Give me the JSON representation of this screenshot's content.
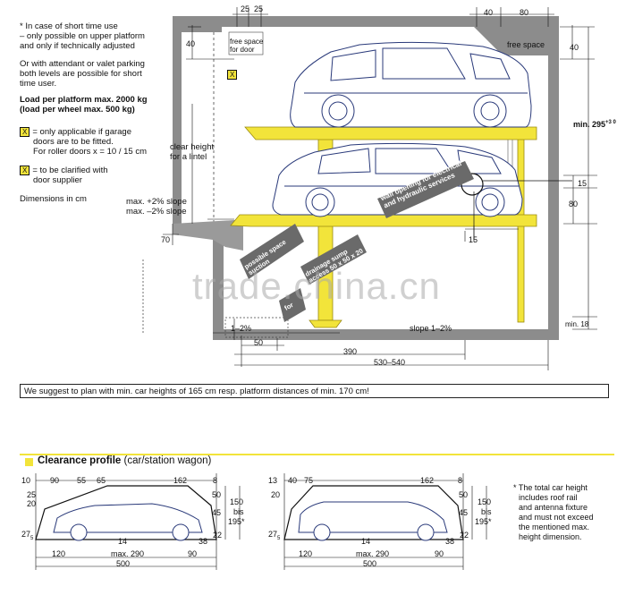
{
  "notes": {
    "n1": "* In case of short time use",
    "n2": "– only possible on upper platform",
    "n3": "and only if technically adjusted",
    "n4": "Or with attendant or valet parking",
    "n5": "both levels are possible for short",
    "n6": "time user.",
    "load1": "Load per platform max. 2000 kg",
    "load2": "(load per wheel max. 500 kg)",
    "x1": "= only applicable if garage",
    "x2": "doors are to be fitted.",
    "x3": "For roller doors x = 10 / 15 cm",
    "x4": "= to be clarified with",
    "x5": "door supplier",
    "units": "Dimensions in cm",
    "x_mark": "X"
  },
  "main": {
    "free_space_door_1": "free space",
    "free_space_door_2": "for door",
    "free_space": "free space",
    "dim_25a": "25",
    "dim_25b": "25",
    "dim_40_top": "40",
    "dim_80_top": "80",
    "dim_40_left": "40",
    "dim_40_right": "40",
    "clear_height_1": "clear height",
    "clear_height_2": "for a lintel",
    "slope_1": "max. +2% slope",
    "slope_2": "max. –2% slope",
    "dim_70": "70",
    "min_295": "min. 295",
    "min_295_tol": "+3 0",
    "dim_15a": "15",
    "dim_80": "80",
    "dim_15b": "15",
    "wall_opening": "wall opening for electrical and hydraulic services",
    "space_suction": "possible space suction",
    "drainage": "drainage sump access 50 x 50 x 20",
    "for_label": "for",
    "slope_left": "1–2%",
    "slope_right": "slope 1–2%",
    "dim_50": "50",
    "dim_390": "390",
    "dim_530": "530–540",
    "min_18": "min. 18"
  },
  "banner": "We suggest to plan with min. car heights of 165 cm resp. platform distances of min. 170 cm!",
  "watermark": "trade.china.cn",
  "clearance": {
    "title_bold": "Clearance profile",
    "title_rest": "(car/station wagon)",
    "side_note_1": "* The total car height",
    "side_note_2": "includes roof rail",
    "side_note_3": "and antenna fixture",
    "side_note_4": "and must not exceed",
    "side_note_5": "the mentioned max.",
    "side_note_6": "height dimension.",
    "car": {
      "d10": "10",
      "d90": "90",
      "d55": "55",
      "d65": "65",
      "d162": "162",
      "d8": "8",
      "d25": "25",
      "d20": "20",
      "d50": "50",
      "d45": "45",
      "d150": "150",
      "bis": "bis",
      "d195": "195*",
      "d27": "27",
      "d5": "5",
      "d14": "14",
      "d38": "38",
      "d22": "22",
      "d120": "120",
      "max290": "max. 290",
      "d90b": "90",
      "d500": "500"
    },
    "wagon": {
      "d13": "13",
      "d40": "40",
      "d75": "75",
      "d162": "162",
      "d8": "8",
      "d20": "20",
      "d50": "50",
      "d45": "45",
      "d150": "150",
      "bis": "bis",
      "d195": "195*",
      "d27": "27",
      "d5": "5",
      "d14": "14",
      "d38": "38",
      "d22": "22",
      "d120": "120",
      "max290": "max. 290",
      "d90": "90",
      "d500": "500"
    }
  },
  "colors": {
    "platform": "#f2e43a",
    "platform_stroke": "#9a8a10",
    "wall": "#8c8c8c",
    "gray_label": "#6a6a6a"
  }
}
